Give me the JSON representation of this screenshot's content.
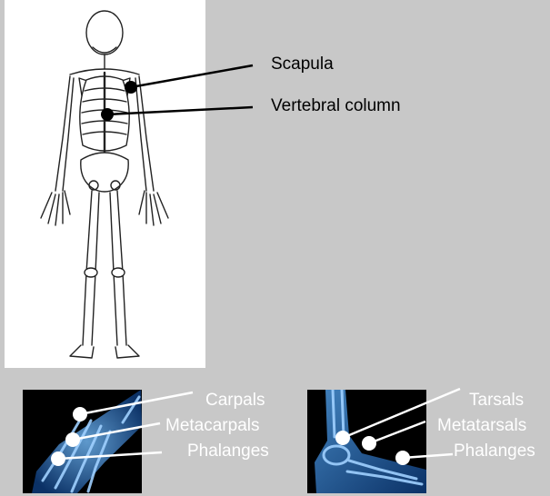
{
  "skeleton_labels": {
    "scapula": "Scapula",
    "vertebral_column": "Vertebral column"
  },
  "hand_labels": {
    "carpals": "Carpals",
    "metacarpals": "Metacarpals",
    "phalanges": "Phalanges"
  },
  "foot_labels": {
    "tarsals": "Tarsals",
    "metatarsals": "Metatarsals",
    "phalanges": "Phalanges"
  },
  "colors": {
    "background": "#c8c8c8",
    "xray_blue": "#3c8fd8",
    "marker_dark": "#000000",
    "marker_light": "#ffffff"
  }
}
